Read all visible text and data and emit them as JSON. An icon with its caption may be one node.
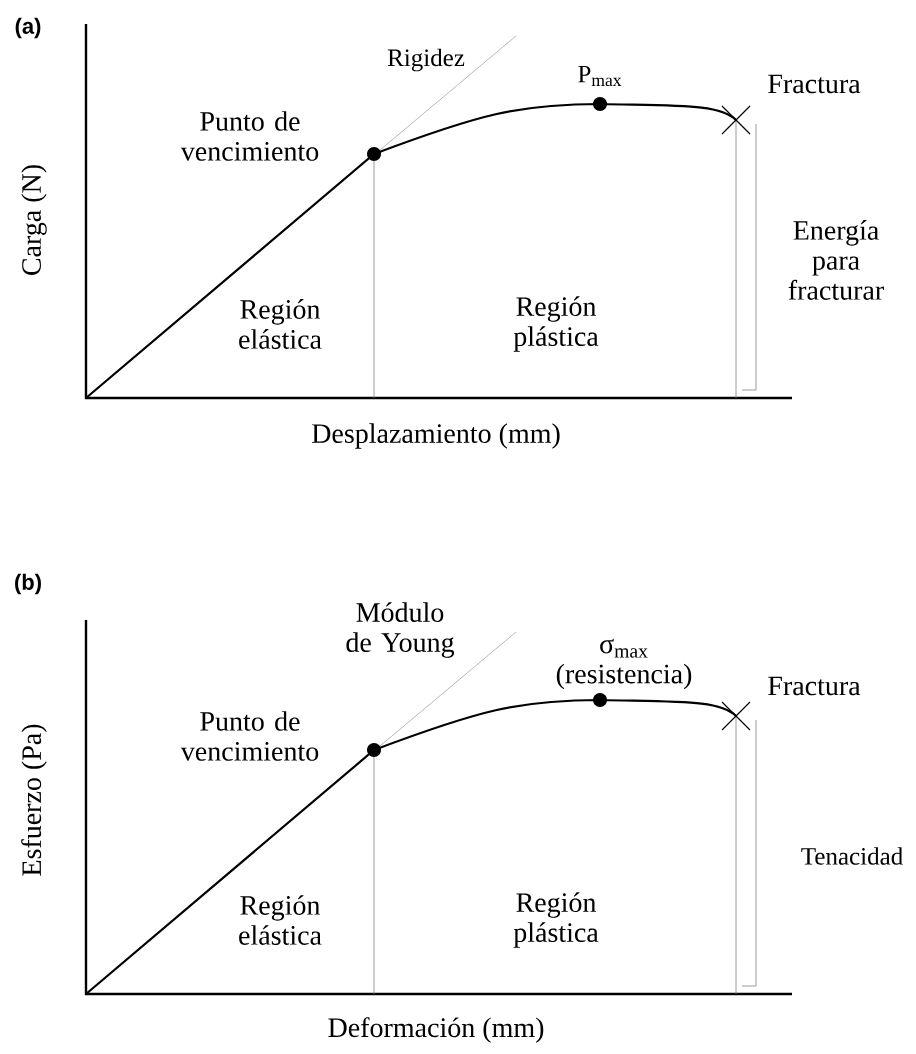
{
  "diagram": {
    "labels": [
      "(a)",
      "Rigidez",
      "P$_{max}$",
      "Fractura",
      "Punto de vencimiento",
      "Carga (N)",
      "Energía para fracturar",
      "Región elástica",
      "Región plástica",
      "Desplazamiento (mm)",
      "(b)",
      "Módulo de Young",
      "σ$_{max}$ (resistencia)",
      "Fractura",
      "Punto de vencimiento",
      "Esfuerzo (Pa)",
      "Tenacidad",
      "Región elástica",
      "Región plástica",
      "Deformación (mm)"
    ]
  }
}
